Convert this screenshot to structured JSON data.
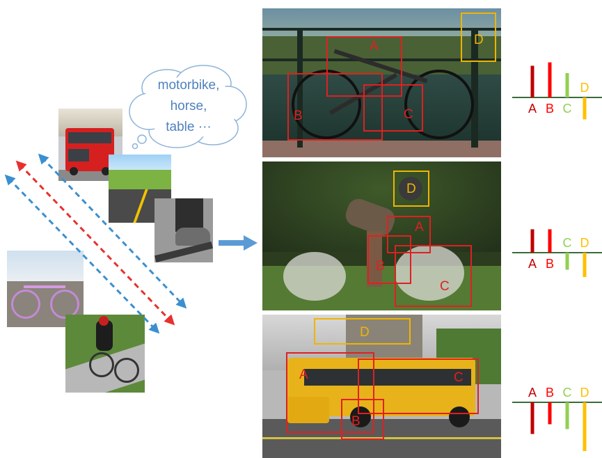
{
  "cloud": {
    "line1": "motorbike,",
    "line2": "horse,",
    "line3": "table ···"
  },
  "colors": {
    "box_red": "#e02020",
    "box_yellow": "#f0b400",
    "bar_dark_red": "#c00000",
    "bar_red": "#ff0000",
    "bar_green": "#92d050",
    "bar_yellow": "#ffc000",
    "arrow_blue": "#3b8fd0",
    "arrow_red": "#e83030",
    "baseline": "#3a6b3a"
  },
  "photos": [
    {
      "subject": "bicycle-on-bridge",
      "boxes": [
        "A",
        "B",
        "C",
        "D"
      ]
    },
    {
      "subject": "cyclist-motion",
      "boxes": [
        "A",
        "B",
        "C",
        "D"
      ]
    },
    {
      "subject": "school-bus",
      "boxes": [
        "A",
        "B",
        "C",
        "D"
      ]
    }
  ],
  "score_panels": [
    {
      "labels": [
        "A",
        "B",
        "C",
        "D"
      ],
      "values": [
        0.65,
        0.72,
        0.5,
        -0.45
      ]
    },
    {
      "labels": [
        "A",
        "B",
        "C",
        "D"
      ],
      "values": [
        0.48,
        0.48,
        -0.35,
        -0.5
      ]
    },
    {
      "labels": [
        "A",
        "B",
        "C",
        "D"
      ],
      "values": [
        -0.65,
        -0.45,
        -0.55,
        -1.0
      ]
    }
  ]
}
